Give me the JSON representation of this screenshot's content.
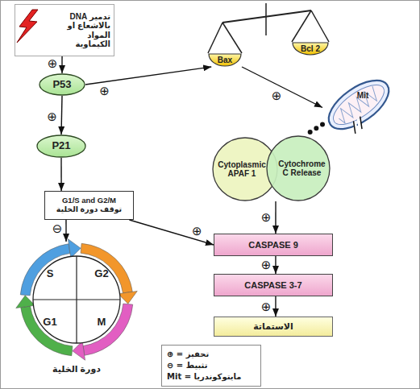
{
  "diagram": {
    "nodes": [
      {
        "text": [
          "تدمير DNA بالاشعاع او المواد الكيماوية"
        ]
      },
      {
        "text": [
          "P53"
        ]
      },
      {
        "text": [
          "P21"
        ]
      },
      {
        "text": [
          "G1/S and G2/M توقف دورة الخلية"
        ]
      },
      {
        "text": [
          "S",
          "G2",
          "G1",
          "M",
          "دورة الخلية"
        ]
      },
      {
        "text": [
          "Bax"
        ]
      },
      {
        "text": [
          "Bcl 2"
        ]
      },
      {
        "text": [
          "Mit"
        ]
      },
      {
        "text": [
          "Cytoplasmic APAF 1"
        ]
      },
      {
        "text": [
          "Cytochrome C Release"
        ]
      },
      {
        "text": [
          "CASPASE 9"
        ]
      },
      {
        "text": [
          "CASPASE 3-7"
        ]
      },
      {
        "text": [
          "الاستماتة"
        ]
      }
    ],
    "edges": [
      {
        "from": 0,
        "to": 1,
        "arrow": "to",
        "label": "⊕"
      },
      {
        "from": 1,
        "to": 2,
        "arrow": "to",
        "label": "⊕"
      },
      {
        "from": 2,
        "to": 3,
        "arrow": "to"
      },
      {
        "from": 3,
        "to": 4,
        "arrow": "to",
        "label": "⊖"
      },
      {
        "from": 1,
        "to": 5,
        "arrow": "to",
        "label": "⊕"
      },
      {
        "from": 5,
        "to": 7,
        "arrow": "to",
        "label": "⊕"
      },
      {
        "from": 7,
        "to": 9,
        "arrow": "none"
      },
      {
        "from": 9,
        "to": 10,
        "arrow": "to",
        "label": "⊕"
      },
      {
        "from": 3,
        "to": 10,
        "arrow": "to",
        "label": "⊕"
      },
      {
        "from": 10,
        "to": 11,
        "arrow": "to",
        "label": "⊕"
      },
      {
        "from": 11,
        "to": 12,
        "arrow": "to",
        "label": "⊕"
      }
    ],
    "legend": [
      {
        "text": "⊕ = تحفيز"
      },
      {
        "text": "⊖ = تثبيط"
      },
      {
        "text": "Mit = مايتوكوندريا"
      }
    ]
  }
}
